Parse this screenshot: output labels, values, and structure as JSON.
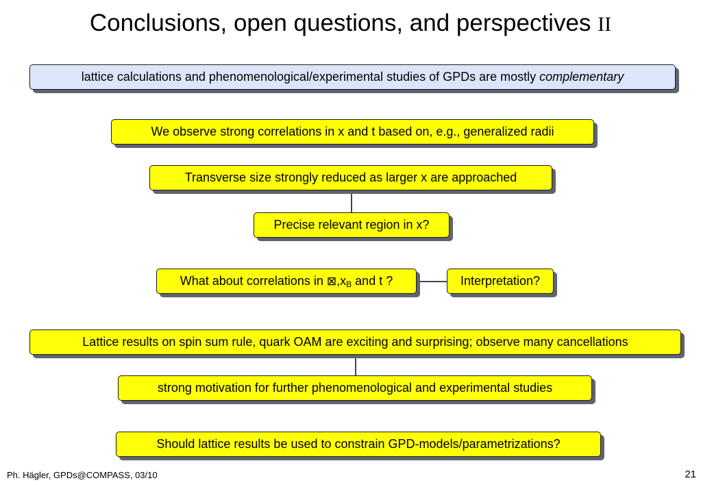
{
  "slide": {
    "title": "Conclusions, open questions, and perspectives",
    "title_numeral": "II",
    "boxes": {
      "complementary": {
        "text": "lattice calculations and phenomenological/experimental studies of GPDs are mostly ",
        "emphasis": "complementary"
      },
      "correlations": "We observe strong correlations in x and t based on, e.g., generalized radii",
      "transverse": "Transverse size strongly reduced as larger x are approached",
      "precise": "Precise relevant region in x?",
      "what_about": {
        "prefix": "What about correlations in ",
        "symbol": "⊠",
        "mid": ",x",
        "subscript": "B",
        "suffix": " and t ?"
      },
      "interpretation": "Interpretation?",
      "lattice_spin": "Lattice results on spin sum rule, quark OAM are exciting and surprising; observe many cancellations",
      "motivation": "strong motivation for further phenomenological and experimental studies",
      "should": "Should lattice results be used to constrain GPD-models/parametrizations?"
    },
    "footer": {
      "left": "Ph. Hägler, GPDs@COMPASS, 03/10",
      "page_number": "21"
    },
    "colors": {
      "yellow_box": "#ffff0a",
      "blue_box": "#dde5fa",
      "shadow": "#5f6470"
    }
  }
}
